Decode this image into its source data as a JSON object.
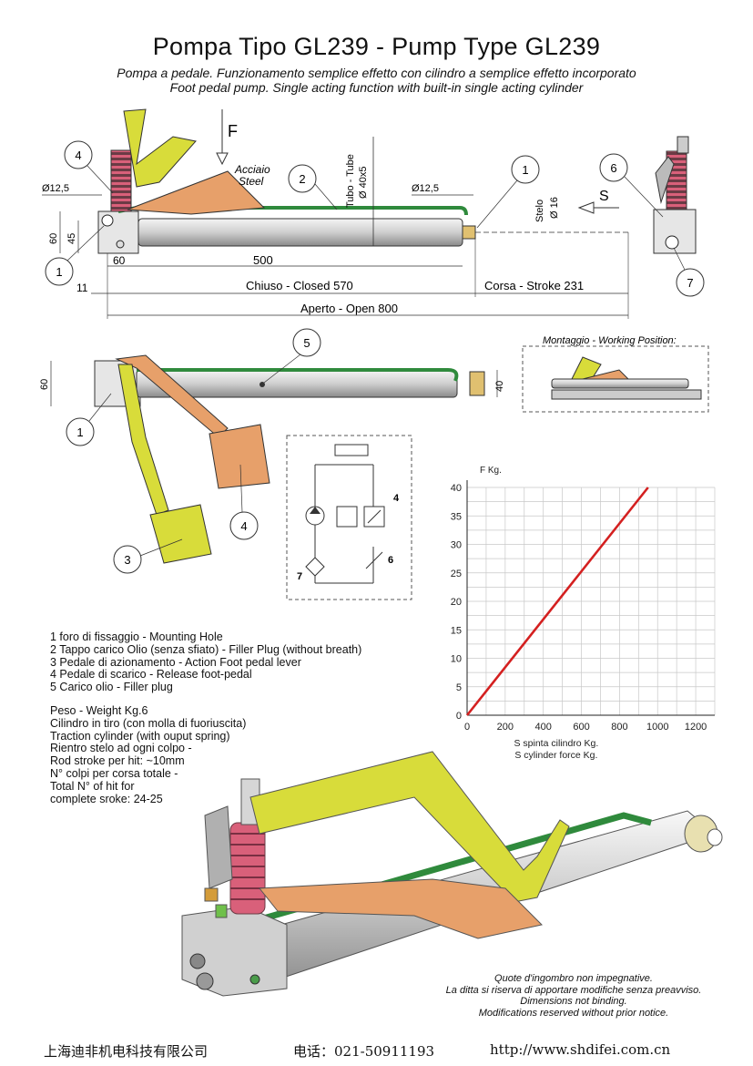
{
  "title": "Pompa Tipo GL239 - Pump Type GL239",
  "subtitle_it": "Pompa a pedale. Funzionamento semplice effetto con cilindro a semplice effetto incorporato",
  "subtitle_en": "Foot pedal pump. Single acting function with built-in single acting cylinder",
  "drawing_top": {
    "force_label": "F",
    "stroke_label": "S",
    "steel_it": "Acciaio",
    "steel_en": "Steel",
    "tube_it": "Tubo - Tube",
    "tube_dia": "Ø 40x5",
    "rod_it": "Stelo",
    "rod_dia": "Ø 16",
    "hole_left": "Ø12,5",
    "hole_right": "Ø12,5",
    "dim_60": "60",
    "dim_45": "45",
    "dim_60b": "60",
    "dim_500": "500",
    "dim_11": "11",
    "closed": "Chiuso - Closed  570",
    "stroke": "Corsa - Stroke  231",
    "open": "Aperto - Open  800",
    "callouts": [
      "4",
      "2",
      "1",
      "1",
      "6",
      "7"
    ]
  },
  "drawing_mid": {
    "dim_60": "60",
    "dim_40": "40",
    "callouts": [
      "5",
      "1",
      "4",
      "3"
    ],
    "working_position": "Montaggio - Working Position:",
    "schematic_labels": [
      "4",
      "6",
      "7"
    ]
  },
  "legend": [
    "1 foro di fissaggio - Mounting Hole",
    "2 Tappo carico Olio (senza sfiato) - Filler Plug (without breath)",
    "3 Pedale di azionamento - Action Foot pedal lever",
    "4 Pedale di scarico - Release foot-pedal",
    "5 Carico olio - Filler plug"
  ],
  "specs": [
    "Peso - Weight Kg.6",
    "Cilindro in tiro (con molla di fuoriuscita)",
    "Traction cylinder (with ouput spring)",
    "Rientro stelo ad ogni colpo -",
    "Rod stroke per hit: ~10mm",
    "N° colpi per corsa totale -",
    "Total N° of hit for",
    "complete sroke: 24-25"
  ],
  "chart_data": {
    "type": "line",
    "title": "",
    "ylabel": "F Kg.",
    "xlabel_it": "S spinta cilindro Kg.",
    "xlabel_en": "S cylinder force Kg.",
    "xlim": [
      0,
      1300
    ],
    "ylim": [
      0,
      40
    ],
    "xticks": [
      0,
      200,
      400,
      600,
      800,
      1000,
      1200
    ],
    "yticks": [
      0,
      5,
      10,
      15,
      20,
      25,
      30,
      35,
      40
    ],
    "grid": true,
    "series": [
      {
        "x": [
          0,
          950
        ],
        "y": [
          0,
          40
        ],
        "color": "#d42020"
      }
    ]
  },
  "disclaimer": [
    "Quote d'ingombro non impegnative.",
    "La ditta si riserva di apportare modifiche senza preavviso.",
    "Dimensions not binding.",
    "Modifications reserved without prior notice."
  ],
  "footer": {
    "company": "上海迪非机电科技有限公司",
    "phone": "电话：021-50911193",
    "url": "http://www.shdifei.com.cn"
  },
  "colors": {
    "pedal": "#d8dc3a",
    "spring": "#d9607a",
    "copper": "#e7a06a",
    "hose": "#2f8a3c",
    "cylinder": "#d8d8d8",
    "line": "#d42020"
  }
}
